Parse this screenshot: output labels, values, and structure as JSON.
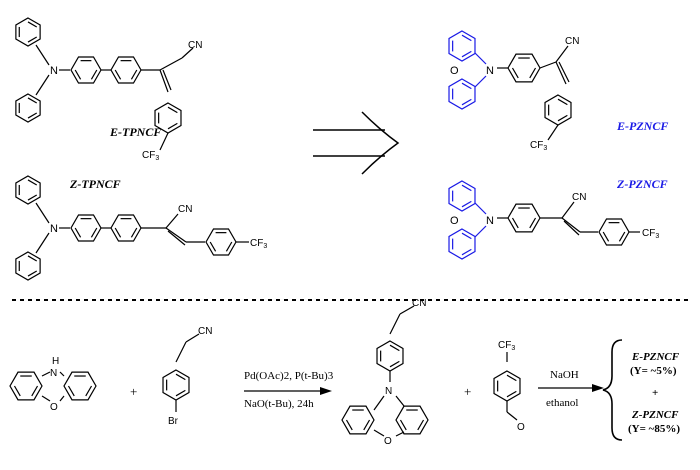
{
  "labels": {
    "e_tpncf": "E-TPNCF",
    "z_tpncf": "Z-TPNCF",
    "e_pzncf": "E-PZNCF",
    "z_pzncf": "Z-PZNCF",
    "cn": "CN",
    "cf3": "CF3",
    "n": "N",
    "o": "O",
    "h": "H",
    "br": "Br",
    "plus": "+"
  },
  "reaction1": {
    "conditions_top": "Pd(OAc)2, P(t-Bu)3",
    "conditions_bottom": "NaO(t-Bu), 24h"
  },
  "reaction2": {
    "conditions_top": "NaOH",
    "conditions_bottom": "ethanol"
  },
  "products": {
    "e_name": "E-PZNCF",
    "e_yield": "(Y= ~5%)",
    "plus": "+",
    "z_name": "Z-PZNCF",
    "z_yield": "(Y= ~85%)"
  },
  "colors": {
    "blue": "#1a1ae6",
    "black": "#000000"
  }
}
